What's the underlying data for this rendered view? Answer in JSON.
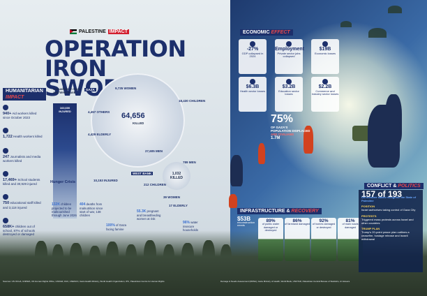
{
  "header": {
    "tag_label": "PALESTINE",
    "tag_box": "IMPACT",
    "title": "OPERATION IRON SWORDS"
  },
  "humanitarian": {
    "heading": "HUMANITARIAN",
    "heading_em": "IMPACT",
    "items": [
      {
        "num": "940+",
        "label": "Aid workers killed since October 2023"
      },
      {
        "num": "1,722",
        "label": "Health workers killed"
      },
      {
        "num": "247",
        "label": "Journalists and media workers killed"
      },
      {
        "num": "17,469+",
        "label": "School students killed and 30,929 injured"
      },
      {
        "num": "750",
        "label": "educational staff killed and 3,118 injured"
      },
      {
        "num": "658K+",
        "label": "children out of school, 87% of schools destroyed or damaged"
      }
    ]
  },
  "casualties": {
    "bar_label": "Casualties in Gaza and West Bank",
    "bar_value": "163,600",
    "bar_sub": "INJURED",
    "gaza_tag": "GAZA",
    "killed_num": "64,656",
    "killed_label": "KILLED",
    "segments": {
      "women": "9,735 WOMEN",
      "children": "18,430 CHILDREN",
      "others": "4,457 OTHERS",
      "elderly": "4,429 ELDERLY",
      "men": "27,605 MEN"
    },
    "wb_tag": "WEST BANK",
    "wb_injured": "10,153 INJURED",
    "wb_killed": "1,032 KILLED",
    "wb_men": "789 MEN",
    "wb_children": "212 CHILDREN",
    "wb_women": "39 WOMEN",
    "wb_elderly": "17 ELDERLY"
  },
  "hunger": {
    "heading": "Hunger Crisis",
    "stats": [
      {
        "num": "132K",
        "label": "children projected to be malnourished through June 2026"
      },
      {
        "num": "404",
        "label": "deaths from malnutrition since start of war, 138 children"
      },
      {
        "num": "100%",
        "label": "of Gaza facing famine"
      },
      {
        "num": "55.3K",
        "label": "pregnant and breastfeeding women at risk"
      },
      {
        "num": "96%",
        "label": "water insecure households"
      }
    ]
  },
  "economic": {
    "heading": "ECONOMIC",
    "heading_em": "EFFECT",
    "cards": [
      {
        "num": "-27%",
        "label": "GDP collapsed in 2024"
      },
      {
        "num": "Employment",
        "label": "Private sector jobs collapsed"
      },
      {
        "num": "$19B",
        "label": "Economic losses"
      },
      {
        "num": "$6.3B",
        "label": "Health sector losses"
      },
      {
        "num": "$3.2B",
        "label": "Education sector losses"
      },
      {
        "num": "$2.2B",
        "label": "Commerce and industry sector losses"
      }
    ]
  },
  "displacement": {
    "pct": "75%",
    "label_a": "OF GAZA'S",
    "label_b": "POPULATION DISPLACED",
    "label_c": "ARE CIVILIANS",
    "sub": "1.7M"
  },
  "infrastructure": {
    "heading": "INFRASTRUCTURE &",
    "heading_em": "RECOVERY",
    "big_num": "$53B",
    "big_label": "reconstruction needs",
    "cards": [
      {
        "num": "89%",
        "label": "of public water damaged or destroyed"
      },
      {
        "num": "86%",
        "label": "of farmland damaged"
      },
      {
        "num": "92%",
        "label": "of homes damaged or destroyed"
      },
      {
        "num": "81%",
        "label": "of main roads damaged"
      }
    ]
  },
  "conflict": {
    "heading": "CONFLICT &",
    "heading_em": "POLITICS",
    "big": "157 of 193",
    "big_label": "UN member states recognise the State of Palestine",
    "s1_head": "POSITION",
    "s1_text": "Israel authorises taking control of Gaza City",
    "s2_head": "PROTESTS",
    "s2_text": "Triggered mass protests across Israel and other countries",
    "s3_head": "TRUMP PLAN",
    "s3_text": "Trump's 20-point peace plan outlines a ceasefire, hostage release and Israeli withdrawal"
  },
  "footer": {
    "left": "Sources: UN OCHA, UNRWA, UN Human Rights Office, UNICEF, FAO, UNESCO, Gaza Health Ministry, World Health Organization, IPC, Palestinian Centre for Human Rights",
    "right": "Damage & Needs Assessment (RDNA), Gaza Ministry of Health, World Bank, UNCTAD, Palestinian Central Bureau of Statistics, Al Jazeera"
  }
}
